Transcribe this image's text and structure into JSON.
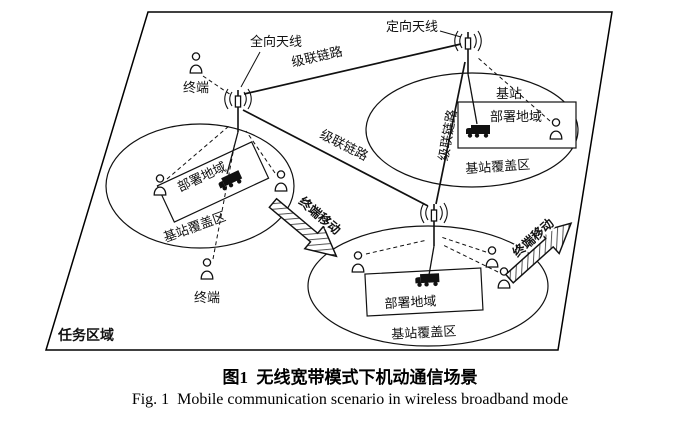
{
  "figure": {
    "task_area": "任务区域",
    "omni_antenna": "全向天线",
    "directional_antenna": "定向天线",
    "cascade_link": "级联链路",
    "terminal": "终端",
    "terminal_move": "终端移动",
    "deploy_area": "部署地域",
    "base_station": "基站",
    "coverage_area": "基站覆盖区"
  },
  "caption": {
    "zh": "图1  无线宽带模式下机动通信场景",
    "en": "Fig. 1  Mobile communication scenario in wireless broadband mode"
  }
}
